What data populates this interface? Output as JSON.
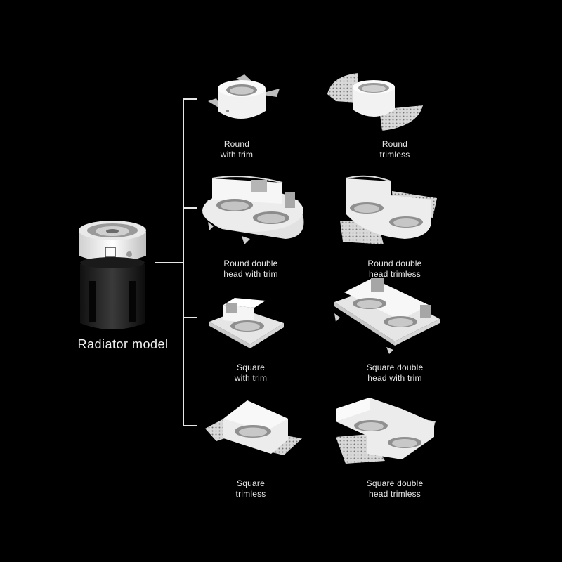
{
  "main_model": {
    "label": "Radiator model"
  },
  "products": [
    {
      "id": "round-with-trim",
      "line1": "Round",
      "line2": "with trim"
    },
    {
      "id": "round-trimless",
      "line1": "Round",
      "line2": "trimless"
    },
    {
      "id": "round-double-with-trim",
      "line1": "Round double",
      "line2": "head with trim"
    },
    {
      "id": "round-double-trimless",
      "line1": "Round double",
      "line2": "head trimless"
    },
    {
      "id": "square-with-trim",
      "line1": "Square",
      "line2": "with trim"
    },
    {
      "id": "square-double-with-trim",
      "line1": "Square double",
      "line2": "head with trim"
    },
    {
      "id": "square-trimless",
      "line1": "Square",
      "line2": "trimless"
    },
    {
      "id": "square-double-trimless",
      "line1": "Square double",
      "line2": "head trimless"
    }
  ]
}
